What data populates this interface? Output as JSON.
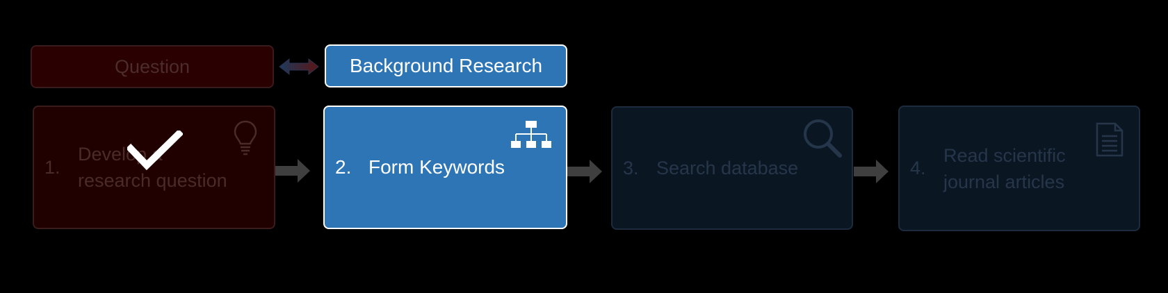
{
  "phases": {
    "question": "Question",
    "background": "Background Research"
  },
  "steps": [
    {
      "number": "1.",
      "lines": [
        "Develop a",
        "research question"
      ],
      "state": "done",
      "icon": "lightbulb-icon"
    },
    {
      "number": "2.",
      "lines": [
        "Form Keywords"
      ],
      "state": "active",
      "icon": "hierarchy-icon"
    },
    {
      "number": "3.",
      "lines": [
        "Search database"
      ],
      "state": "upcoming",
      "icon": "magnifier-icon"
    },
    {
      "number": "4.",
      "lines": [
        "Read scientific",
        "journal articles"
      ],
      "state": "upcoming",
      "icon": "document-icon"
    }
  ],
  "colors": {
    "active_blue": "#2e75b6",
    "question_red": "#2a0000",
    "upcoming_navy": "#0b1623",
    "arrow_gray": "#3f3f3f"
  },
  "icons": [
    "double-arrow-icon",
    "checkmark-icon",
    "lightbulb-icon",
    "hierarchy-icon",
    "magnifier-icon",
    "document-icon",
    "right-arrow-icon"
  ]
}
